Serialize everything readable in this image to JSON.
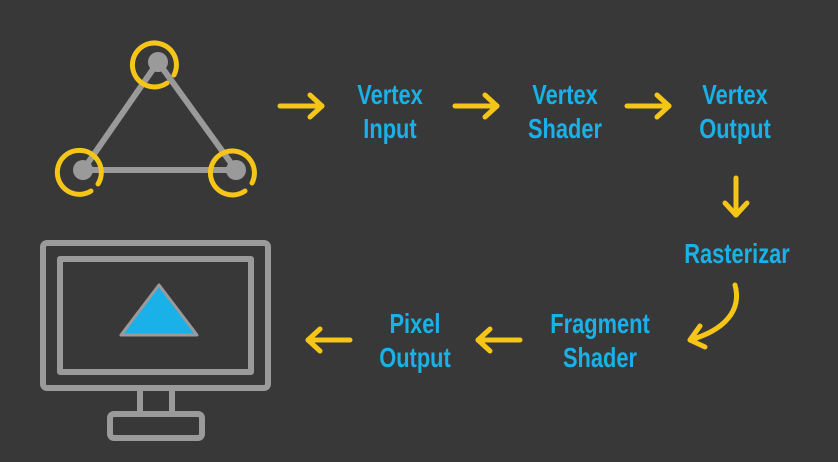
{
  "colors": {
    "background": "#383838",
    "label": "#1ab0e8",
    "arrow": "#f5c518",
    "highlight": "#f5c518",
    "outline": "#9a9a9a",
    "triangle_fill": "#1ab0e8"
  },
  "icons": {
    "vertices": "triangle-vertices-icon",
    "monitor": "monitor-icon"
  },
  "stages": {
    "vertex_input": {
      "line1": "Vertex",
      "line2": "Input"
    },
    "vertex_shader": {
      "line1": "Vertex",
      "line2": "Shader"
    },
    "vertex_output": {
      "line1": "Vertex",
      "line2": "Output"
    },
    "rasterizer": {
      "line1": "Rasterizar"
    },
    "fragment_shader": {
      "line1": "Fragment",
      "line2": "Shader"
    },
    "pixel_output": {
      "line1": "Pixel",
      "line2": "Output"
    }
  }
}
